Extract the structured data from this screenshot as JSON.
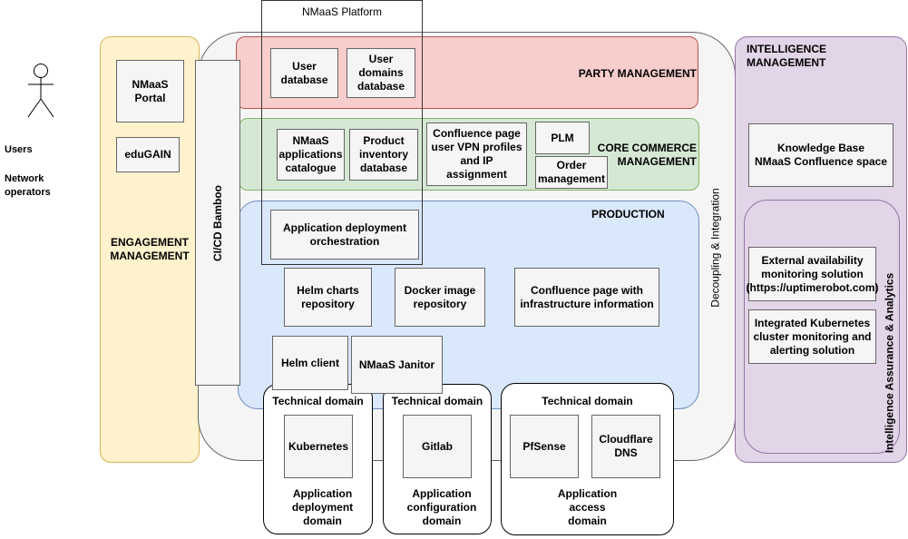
{
  "actors": {
    "users": "Users",
    "network_operators": "Network\noperators"
  },
  "engagement": {
    "title": "ENGAGEMENT\nMANAGEMENT",
    "portal": "NMaaS\nPortal",
    "edugain": "eduGAIN"
  },
  "cicd": "CI/CD Bamboo",
  "decoupling": "Decoupling & Integration",
  "platform_label": "NMaaS Platform",
  "party": {
    "title": "PARTY MANAGEMENT",
    "user_db": "User\ndatabase",
    "user_domains_db": "User\ndomains\ndatabase"
  },
  "commerce": {
    "title": "CORE COMMERCE\nMANAGEMENT",
    "catalogue": "NMaaS\napplications\ncatalogue",
    "inventory": "Product\ninventory\ndatabase",
    "confluence_vpn": "Confluence page\nuser VPN profiles\nand IP assignment",
    "plm": "PLM",
    "order": "Order\nmanagement"
  },
  "production": {
    "title": "PRODUCTION",
    "orchestration": "Application deployment\norchestration",
    "helm_repo": "Helm charts\nrepository",
    "docker_repo": "Docker image\nrepository",
    "confluence_infra": "Confluence page with\ninfrastructure information",
    "helm_client": "Helm client",
    "janitor": "NMaaS Janitor"
  },
  "intelligence": {
    "title": "INTELLIGENCE MANAGEMENT",
    "kb": "Knowledge Base\nNMaaS Confluence space",
    "assurance": "Intelligence Assurance & Analytics",
    "uptime": "External availability\nmonitoring solution\n(https://uptimerobot.com)",
    "k8s_monitoring": "Integrated Kubernetes\ncluster monitoring and\nalerting solution"
  },
  "domains": [
    {
      "header": "Technical domain",
      "items": [
        "Kubernetes"
      ],
      "footer": "Application\ndeployment\ndomain"
    },
    {
      "header": "Technical domain",
      "items": [
        "Gitlab"
      ],
      "footer": "Application\nconfiguration\ndomain"
    },
    {
      "header": "Technical domain",
      "items": [
        "PfSense",
        "Cloudflare\nDNS"
      ],
      "footer": "Application\naccess\ndomain"
    }
  ],
  "colors": {
    "engagement": "#fff2cc",
    "party": "#f8cecc",
    "commerce": "#d5e8d4",
    "production": "#dae8fc",
    "intelligence": "#e1d5e7",
    "platform": "#f5f5f5"
  }
}
